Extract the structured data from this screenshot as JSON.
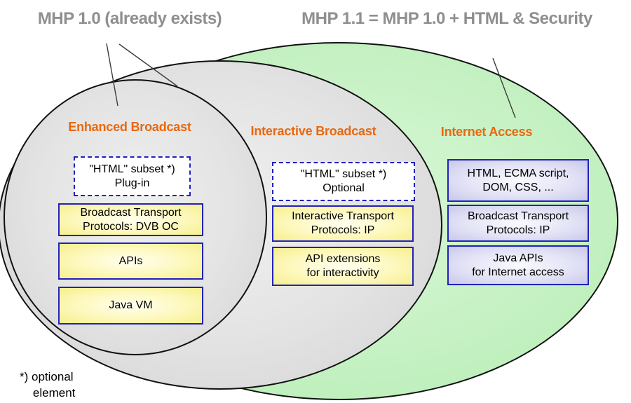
{
  "titles": {
    "left": "MHP 1.0 (already exists)",
    "right": "MHP 1.1 = MHP 1.0 + HTML & Security"
  },
  "sections": [
    {
      "label": "Enhanced Broadcast",
      "html_subset_box": {
        "line1": "\"HTML\" subset *)",
        "line2": "Plug-in"
      },
      "boxes": [
        "Broadcast Transport\nProtocols: DVB OC",
        "APIs",
        "Java VM"
      ]
    },
    {
      "label": "Interactive Broadcast",
      "html_subset_box": {
        "line1": "\"HTML\" subset *)",
        "line2": "Optional"
      },
      "boxes": [
        "Interactive Transport\nProtocols: IP",
        "API extensions\nfor interactivity"
      ]
    },
    {
      "label": "Internet Access",
      "boxes": [
        "HTML, ECMA script,\nDOM, CSS, ...",
        "Broadcast Transport\nProtocols: IP",
        "Java APIs\nfor Internet access"
      ]
    }
  ],
  "footnote": "*) optional\n    element",
  "colors": {
    "title-gray": "#8f8f8f",
    "header-orange": "#e8680f",
    "box-border-blue": "#2222bb",
    "yellow-box": "#f6ef8e",
    "lavender-box": "#c9c9ea",
    "green-fill": "#c5f1c3",
    "green-fill-light": "#d9f8d7",
    "gray-fill": "#e2e2e2"
  }
}
